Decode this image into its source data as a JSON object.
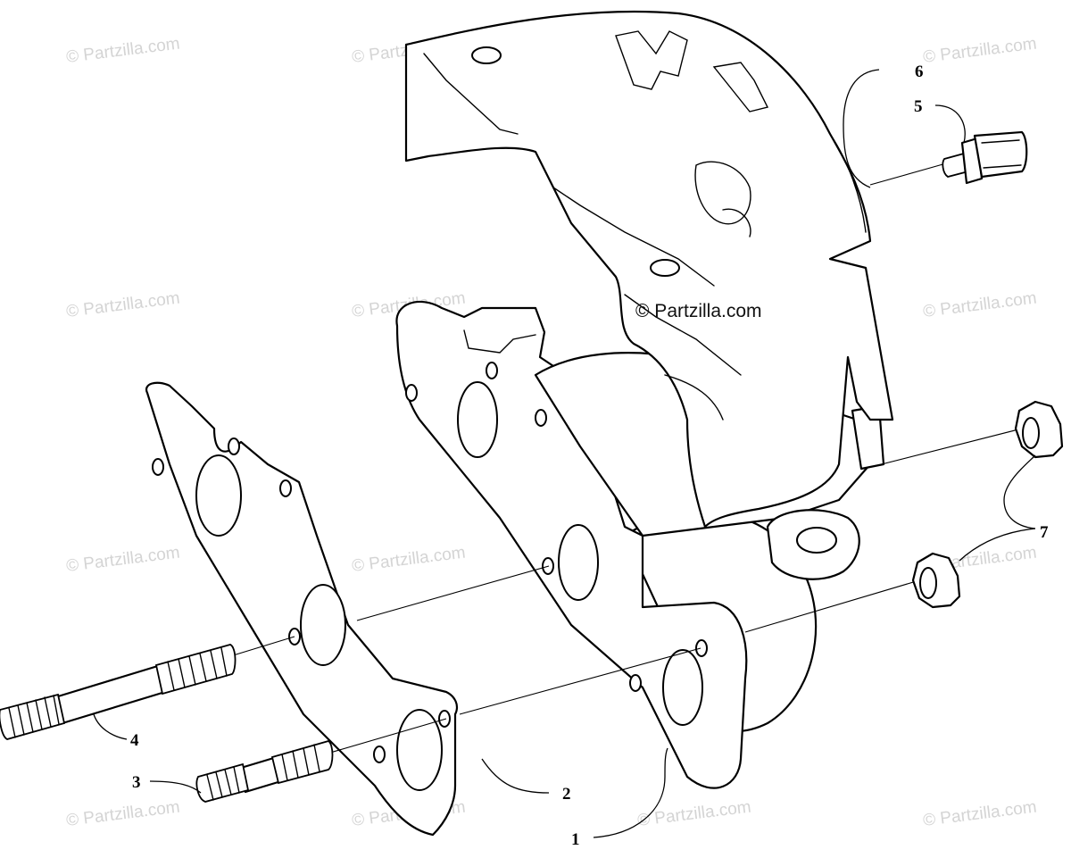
{
  "diagram": {
    "watermark": "© Partzilla.com",
    "center_watermark": "© Partzilla.com",
    "callouts": [
      {
        "id": "1",
        "label": "1"
      },
      {
        "id": "2",
        "label": "2"
      },
      {
        "id": "3",
        "label": "3"
      },
      {
        "id": "4",
        "label": "4"
      },
      {
        "id": "5",
        "label": "5"
      },
      {
        "id": "6",
        "label": "6"
      },
      {
        "id": "7",
        "label": "7"
      }
    ]
  }
}
